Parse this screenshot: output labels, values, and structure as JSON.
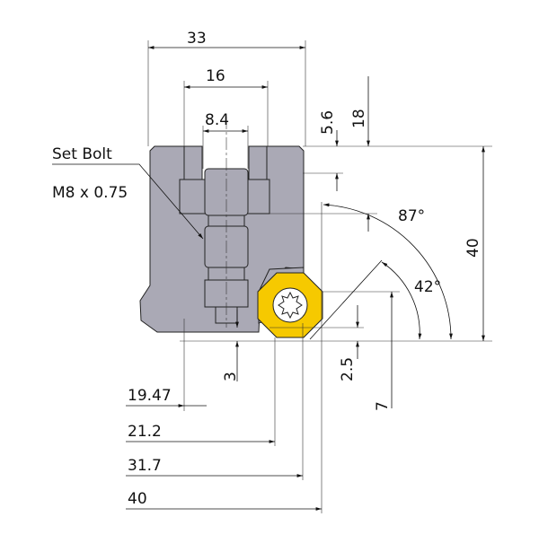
{
  "labels": {
    "width_total": "33",
    "slot_spacing": "16",
    "bolt_width": "8.4",
    "depth_small": "5.6",
    "depth_large": "18",
    "height": "40",
    "set_bolt": "Set Bolt",
    "bolt_spec": "M8 x 0.75",
    "angle_large": "87°",
    "angle_small": "42°",
    "offset_3": "3",
    "offset_2_5": "2.5",
    "offset_7": "7",
    "dia_19_47": "19.47",
    "dia_21_2": "21.2",
    "dia_31_7": "31.7",
    "dia_40": "40"
  },
  "colors": {
    "body": "#aaa9b5",
    "insert": "#f6c900",
    "line": "#111111"
  }
}
